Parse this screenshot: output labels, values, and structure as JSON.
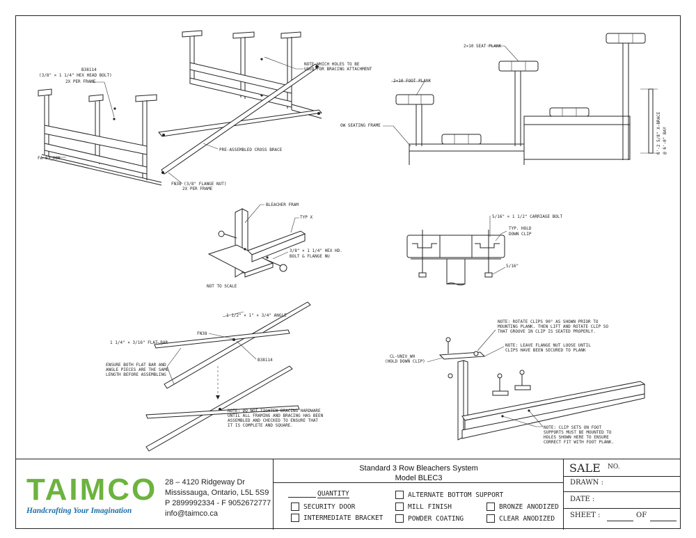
{
  "drawing": {
    "labels": {
      "b38114_a": "B38114",
      "hex_bolt": "(3/8\" × 1 1/4\" HEX HEAD BOLT)",
      "per_frame_2x_a": "2X PER FRAME",
      "note_holes_1": "NOTE WHICH HOLES TO BE",
      "note_holes_2": "USED FOR BRACING ATTACHMENT",
      "cross_brace": "PRE-ASSEMBLED CROSS BRACE",
      "fa_part": "FA-03_06N",
      "fn38_flange": "FN38 (3/8\" FLANGE NUT)",
      "per_frame_2x_b": "2X PER FRAME",
      "seat_plank": "2×10 SEAT PLANK",
      "foot_plank": "2×10 FOOT PLANK",
      "seating_frame": "OW SEATING FRAME",
      "xbrace_1": "6'-2 5/8\" X-BRACE",
      "xbrace_2": "@ 6'-0\" BAY",
      "bleacher_fram": "BLEACHER FRAM",
      "typ_x": "TYP X",
      "hex_hd_1": "3/8\" × 1 1/4\" HEX HD.",
      "hex_hd_2": "BOLT & FLANGE NU",
      "not_to_scale": "NOT TO SCALE",
      "carriage_bolt": "5/16\" × 1 1/2\" CARRIAGE BOLT",
      "hold_down_1": "TYP. HOLD",
      "hold_down_2": "DOWN CLIP",
      "five_sixteenths": "5/16\"",
      "angle": "1 1/2\" × 1\" × 3/4\" ANGLE",
      "fn38": "FN38",
      "flat_bar": "1 1/4\" × 3/16\" FLAT BAR",
      "b38114_b": "B38114",
      "ensure_1": "ENSURE BOTH FLAT BAR AND",
      "ensure_2": "ANGLE PIECES ARE THE SAME",
      "ensure_3": "LENGTH BEFORE ASSEMBLING",
      "note_tighten_1": "NOTE:    DO NOT TIGHTEN BRACING HARDWARE",
      "note_tighten_2": "UNTIL ALL FRAMING AND BRACING HAS BEEN",
      "note_tighten_3": "ASSEMBLED AND CHECKED TO ENSURE THAT",
      "note_tighten_4": "IT IS COMPLETE AND SQUARE.",
      "rotate_1": "NOTE: ROTATE CLIPS 90° AS SHOWN PRIOR TO",
      "rotate_2": "MOUNTING PLANK. THEN LIFT AND ROTATE CLIP SO",
      "rotate_3": "THAT GROOVE IN CLIP IS SEATED PROPERLY.",
      "loose_1": "NOTE:  LEAVE FLANGE NUT LOOSE UNTIL",
      "loose_2": "CLIPS HAVE BEEN SECURED TO PLANK",
      "cl_univ_1": "CL-UNIV_WH",
      "cl_univ_2": "(HOLD DOWN CLIP)",
      "clip_sets_1": "NOTE: CLIP SETS ON FOOT",
      "clip_sets_2": "SUPPORTS MUST BE MOUNTED TO",
      "clip_sets_3": "HOLES SHOWN HERE TO ENSURE",
      "clip_sets_4": "CORRECT FIT WITH FOOT PLANK."
    }
  },
  "title_block": {
    "logo_word": "TAIMCO",
    "logo_tagline": "Handcrafting Your Imagination",
    "address": [
      "28 – 4120 Ridgeway Dr",
      "Mississauga, Ontario, L5L 5S9",
      "P 2899992334 - F 9052672777",
      "info@taimco.ca"
    ],
    "system_title": "Standard 3 Row Bleachers System",
    "model": "Model BLEC3",
    "quantity": "QUANTITY",
    "options": [
      "SECURITY DOOR",
      "INTERMEDIATE BRACKET",
      "ALTERNATE BOTTOM SUPPORT",
      "MILL FINISH",
      "POWDER COATING",
      "BRONZE ANODIZED",
      "CLEAR ANODIZED"
    ],
    "sale": "SALE",
    "sale_no": "NO.",
    "drawn": "DRAWN :",
    "date": "DATE :",
    "sheet": "SHEET :",
    "of": "OF"
  },
  "colors": {
    "logo_green": "#6cb33f",
    "logo_blue": "#1d6fa5",
    "line": "#222222"
  }
}
